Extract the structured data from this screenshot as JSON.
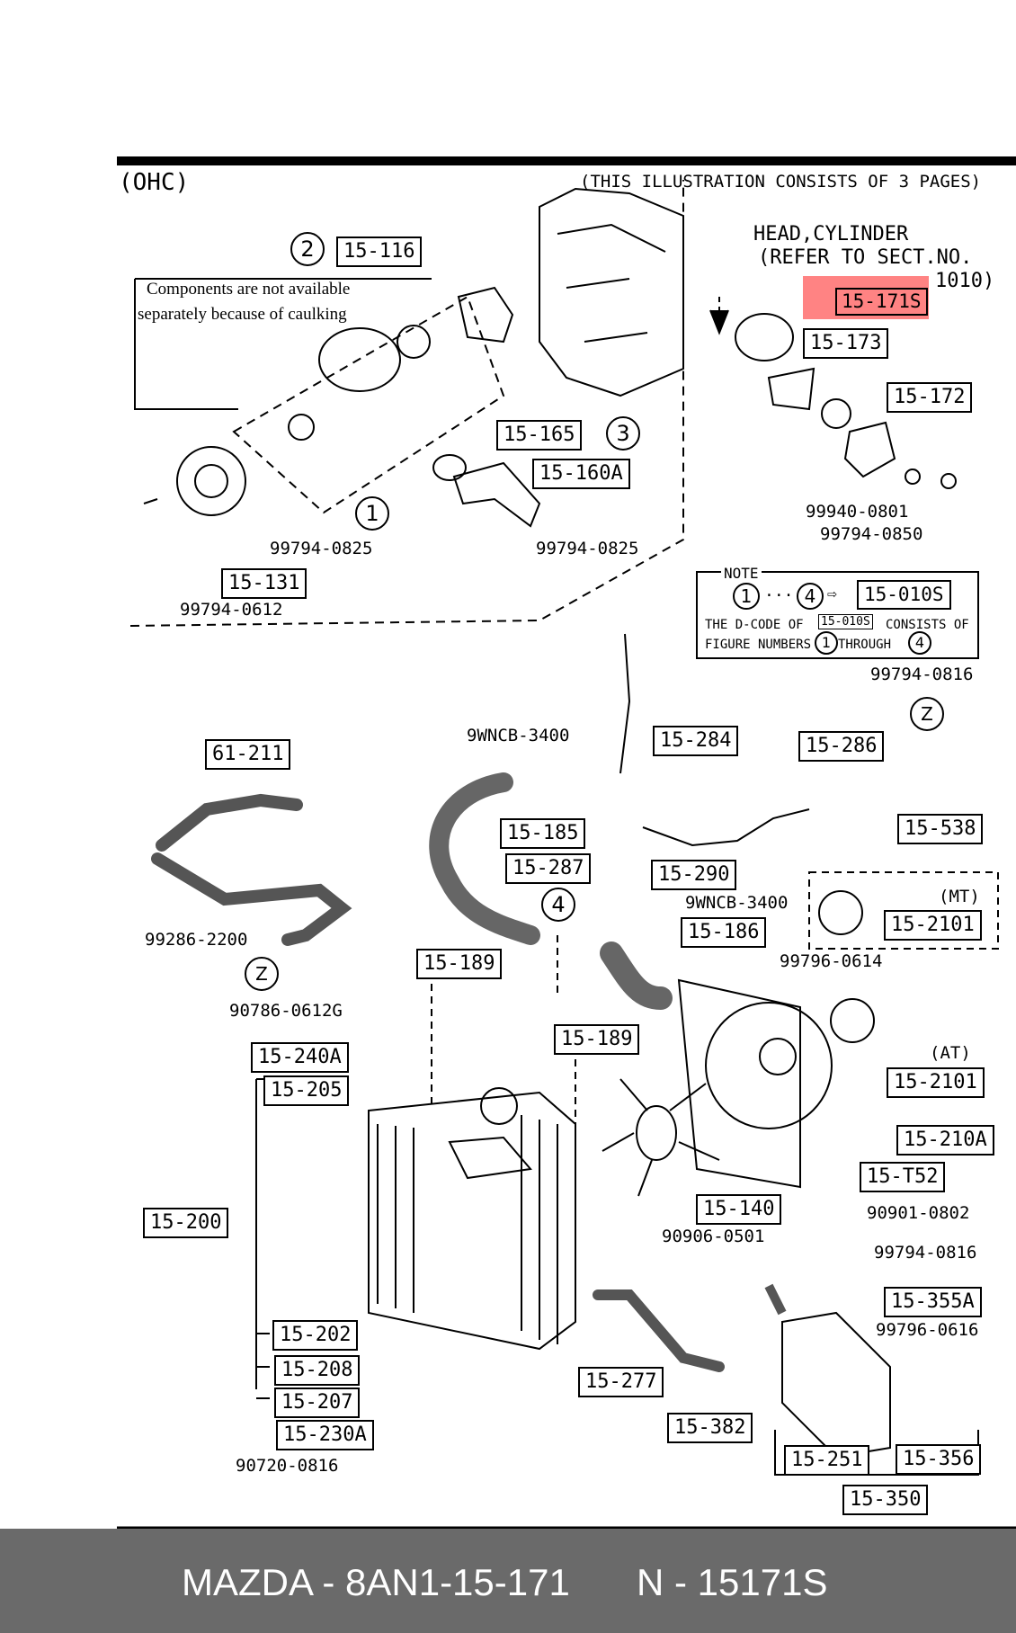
{
  "header": {
    "engine": "(OHC)",
    "pages_note": "(THIS ILLUSTRATION CONSISTS OF  3 PAGES)",
    "ref_line1": "HEAD,CYLINDER",
    "ref_line2": "(REFER TO SECT.NO.",
    "ref_line3": "1010)"
  },
  "component_note": {
    "line1": "Components are not available",
    "line2": "separately because of caulking"
  },
  "note_box": {
    "title": "NOTE",
    "range_start": "1",
    "range_end": "4",
    "target": "15-010S",
    "text1": "THE D-CODE OF",
    "code": "15-010S",
    "text2": "CONSISTS OF",
    "text3": "FIGURE NUMBERS",
    "text4": "THROUGH"
  },
  "callouts": [
    "1",
    "2",
    "3",
    "4",
    "Z",
    "Z"
  ],
  "labels": {
    "l99794_0825a": "99794-0825",
    "l99794_0825b": "99794-0825",
    "l99794_0612": "99794-0612",
    "l99940_0801": "99940-0801",
    "l99794_0850": "99794-0850",
    "l99794_0816a": "99794-0816",
    "l9wncb_a": "9WNCB-3400",
    "l9wncb_b": "9WNCB-3400",
    "l99796_0614": "99796-0614",
    "l99286_2200": "99286-2200",
    "l90786_0612g": "90786-0612G",
    "l90901_0802": "90901-0802",
    "l99794_0816b": "99794-0816",
    "l90906_0501": "90906-0501",
    "l99796_0616": "99796-0616",
    "l90720_0816": "90720-0816",
    "mt": "(MT)",
    "at": "(AT)"
  },
  "parts": {
    "p15_116": "15-116",
    "p15_165": "15-165",
    "p15_160a": "15-160A",
    "p15_131": "15-131",
    "p15_171s": "15-171S",
    "p15_173": "15-173",
    "p15_172": "15-172",
    "p61_211": "61-211",
    "p15_284": "15-284",
    "p15_286": "15-286",
    "p15_185": "15-185",
    "p15_287": "15-287",
    "p15_538": "15-538",
    "p15_290": "15-290",
    "p15_186": "15-186",
    "p15_2101a": "15-2101",
    "p15_189a": "15-189",
    "p15_189b": "15-189",
    "p15_240a": "15-240A",
    "p15_205": "15-205",
    "p15_2101b": "15-2101",
    "p15_210a": "15-210A",
    "p15_t52": "15-T52",
    "p15_200": "15-200",
    "p15_140": "15-140",
    "p15_355a": "15-355A",
    "p15_202": "15-202",
    "p15_208": "15-208",
    "p15_277": "15-277",
    "p15_207": "15-207",
    "p15_382": "15-382",
    "p15_230a": "15-230A",
    "p15_251": "15-251",
    "p15_356": "15-356",
    "p15_350": "15-350"
  },
  "highlight_part": "15-171S",
  "highlight_color": "#ff5a5a",
  "footer": {
    "left": "MAZDA - 8AN1-15-171",
    "right": "N - 15171S"
  }
}
